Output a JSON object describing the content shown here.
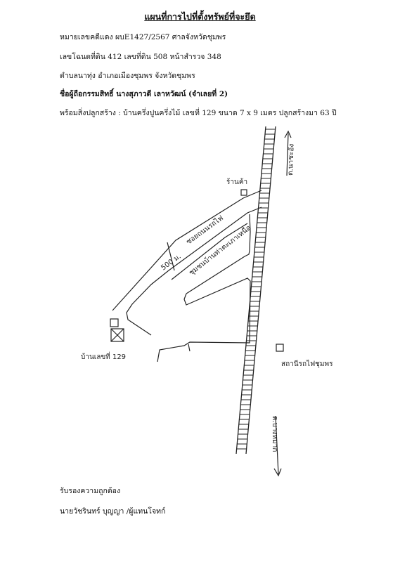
{
  "header": {
    "title": "แผนที่การไปที่ตั้งทรัพย์ที่จะยึด",
    "case_line": "หมายเลขคดีแดง ผบE1427/2567  ศาลจังหวัดชุมพร",
    "deed_line": "เลขโฉนดที่ดิน 412 เลขที่ดิน 508 หน้าสำรวจ 348",
    "location_line": "ตำบลนาทุ่ง อำเภอเมืองชุมพร จังหวัดชุมพร",
    "owner_line": "ชื่อผู้ถือกรรมสิทธิ์  นางสุภาวดี เลาหวัฒน์ (จำเลยที่ 2)",
    "building_line": "พร้อมสิ่งปลูกสร้าง : บ้านครึ่งปูนครึ่งไม้ เลขที่ 129  ขนาด 7 x 9 เมตร  ปลูกสร้างมา 63 ปี"
  },
  "map": {
    "label_to_north": "ต.นาชะอัง",
    "label_to_south": "ต.บางหมาก",
    "label_shop": "ร้านค้า",
    "label_alley": "ซอยถนนรถไฟ",
    "label_distance": "500 ม.",
    "label_community": "ชุมชนบ้านท่าตะเภาเหนือ",
    "label_house": "บ้านเลขที่ 129",
    "label_station": "สถานีรถไฟชุมพร"
  },
  "footer": {
    "certify": "รับรองความถูกต้อง",
    "signer": "นายวัชรินทร์ บุญญา  /ผู้แทนโจทก์"
  }
}
